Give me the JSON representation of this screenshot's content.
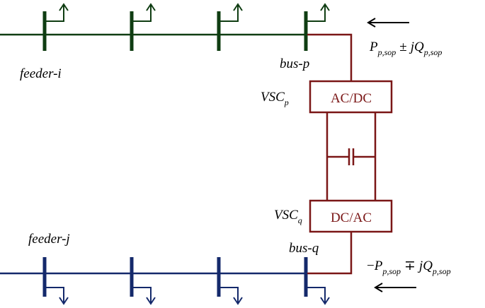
{
  "colors": {
    "feeder_i": "#0f3d12",
    "feeder_j": "#14296b",
    "converter": "#7a1616",
    "text": "#000000"
  },
  "labels": {
    "feeder_i": "feeder-i",
    "feeder_j": "feeder-j",
    "bus_p": "bus-p",
    "bus_q": "bus-q",
    "vsc_p_base": "VSC",
    "vsc_p_sub": "p",
    "vsc_q_base": "VSC",
    "vsc_q_sub": "q",
    "ac_dc": "AC/DC",
    "dc_ac": "DC/AC"
  },
  "power_top": {
    "p": "P",
    "p_sub": "p,sop",
    "op": "±",
    "jq": "jQ",
    "q_sub": "p,sop"
  },
  "power_bottom": {
    "minus": "−",
    "p": "P",
    "p_sub": "p,sop",
    "op": "∓",
    "jq": "jQ",
    "q_sub": "p,sop"
  },
  "icons": {
    "load_up": "load-arrow-up-icon",
    "load_down": "load-arrow-down-icon",
    "flow": "arrow-left-icon",
    "capacitor": "capacitor-icon"
  }
}
